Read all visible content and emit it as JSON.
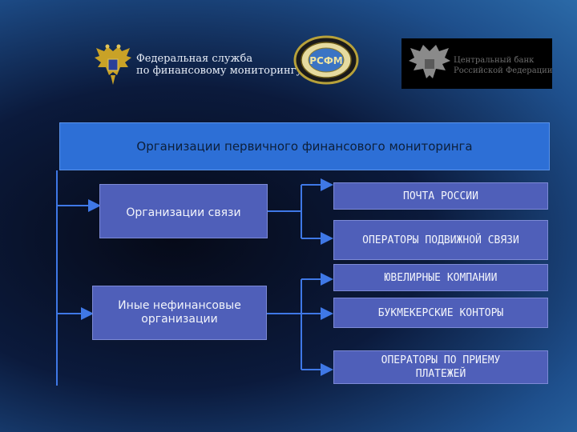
{
  "logos": {
    "fsfm_text": "Федеральная служба\nпо финансовому мониторингу",
    "cb_text": "Центральный банк\nРоссийской Федерации",
    "emblem_text": "РСФМ"
  },
  "diagram": {
    "header": "Организации первичного финансового мониторинга",
    "left_groups": [
      {
        "label": "Организации связи"
      },
      {
        "label": "Иные нефинансовые организации"
      }
    ],
    "right_items": [
      {
        "label": "ПОЧТА РОССИИ"
      },
      {
        "label": "ОПЕРАТОРЫ ПОДВИЖНОЙ СВЯЗИ"
      },
      {
        "label": "ЮВЕЛИРНЫЕ КОМПАНИИ"
      },
      {
        "label": "БУКМЕКЕРСКИЕ КОНТОРЫ"
      },
      {
        "label": "ОПЕРАТОРЫ ПО ПРИЕМУ ПЛАТЕЖЕЙ"
      }
    ]
  },
  "colors": {
    "header_fill": "#2d6fd6",
    "box_fill": "#4f5fb9",
    "connector": "#3f78e6"
  }
}
